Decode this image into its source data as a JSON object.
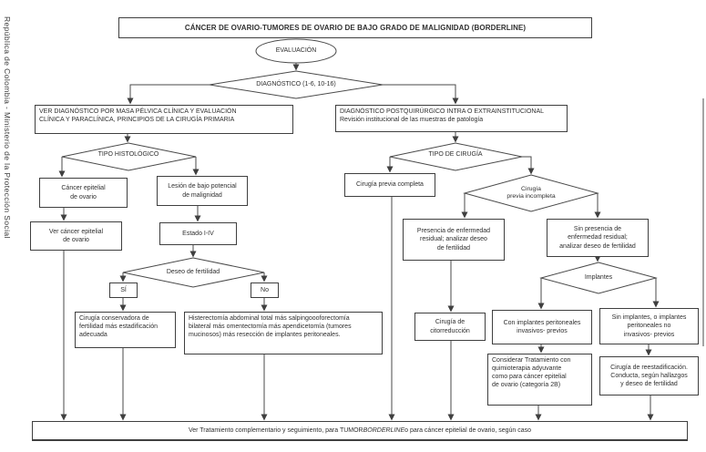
{
  "sidebar": {
    "vertical_text": "República de Colombia - Ministerio de la Protección Social"
  },
  "title": "CÁNCER DE OVARIO-TUMORES DE OVARIO DE BAJO GRADO DE MALIGNIDAD (BORDERLINE)",
  "nodes": {
    "evaluacion": "EVALUACIÓN",
    "diagnostico": "DIAGNÓSTICO (1-6, 10-16)",
    "ver_diagnostico": "VER DIAGNÓSTICO POR MASA PÉLVICA CLÍNICA Y EVALUACIÓN\nCLÍNICA Y PARACLÍNICA, PRINCIPIOS DE LA CIRUGÍA PRIMARIA",
    "diag_postquirurgico": "DIAGNÓSTICO POSTQUIRÚRGICO INTRA O EXTRAINSTITUCIONAL\nRevisión institucional de las muestras de patología",
    "tipo_histologico": "TIPO HISTOLÓGICO",
    "tipo_cirugia": "TIPO DE CIRUGÍA",
    "cancer_epitelial": "Cáncer epitelial\nde ovario",
    "lesion_bajo_potencial": "Lesión de bajo potencial\nde malignidad",
    "cirugia_previa_completa": "Cirugía previa completa",
    "cirugia_previa_incompleta": "Cirugía\nprevia incompleta",
    "ver_cancer_epitelial": "Ver cáncer epitelial\nde ovario",
    "estado": "Estado I-IV",
    "presencia_enfermedad": "Presencia de enfermedad\nresidual; analizar deseo\nde fertilidad",
    "sin_presencia_enfermedad": "Sin presencia de\nenfermedad residual;\nanalizar deseo de fertilidad",
    "deseo_fertilidad": "Deseo de fertilidad",
    "implantes": "Implantes",
    "si": "SÍ",
    "no": "No",
    "cirugia_conservadora": "Cirugía conservadora de\nfertilidad más estadificación\nadecuada",
    "histerectomia": "Histerectomía abdominal total más salpingoooforectomía\nbilateral más omentectomía más apendicetomía (tumores\nmucinosos) más resección de implantes peritoneales.",
    "citorreduccion": "Cirugía de\ncitorreducción",
    "con_implantes": "Con implantes peritoneales\ninvasivos- previos",
    "sin_implantes": "Sin implantes, o implantes\nperitoneales no\ninvasivos- previos",
    "considerar_tratamiento": "Considerar Tratamiento con\nquimioterapia adyuvante\ncomo para cáncer epitelial\nde ovario (categoría 2B)",
    "reestadificacion": "Cirugía de reestadificación.\nConducta, según hallazgos\ny deseo de fertilidad"
  },
  "footer": {
    "pre": "Ver Tratamiento complementario y seguimiento, para TUMOR ",
    "italic": "BORDERLINE",
    "post": " o para cáncer epitelial de ovario, según caso"
  },
  "colors": {
    "ink": "#2f2f2f",
    "line": "#4a4a4a",
    "background": "#ffffff"
  }
}
